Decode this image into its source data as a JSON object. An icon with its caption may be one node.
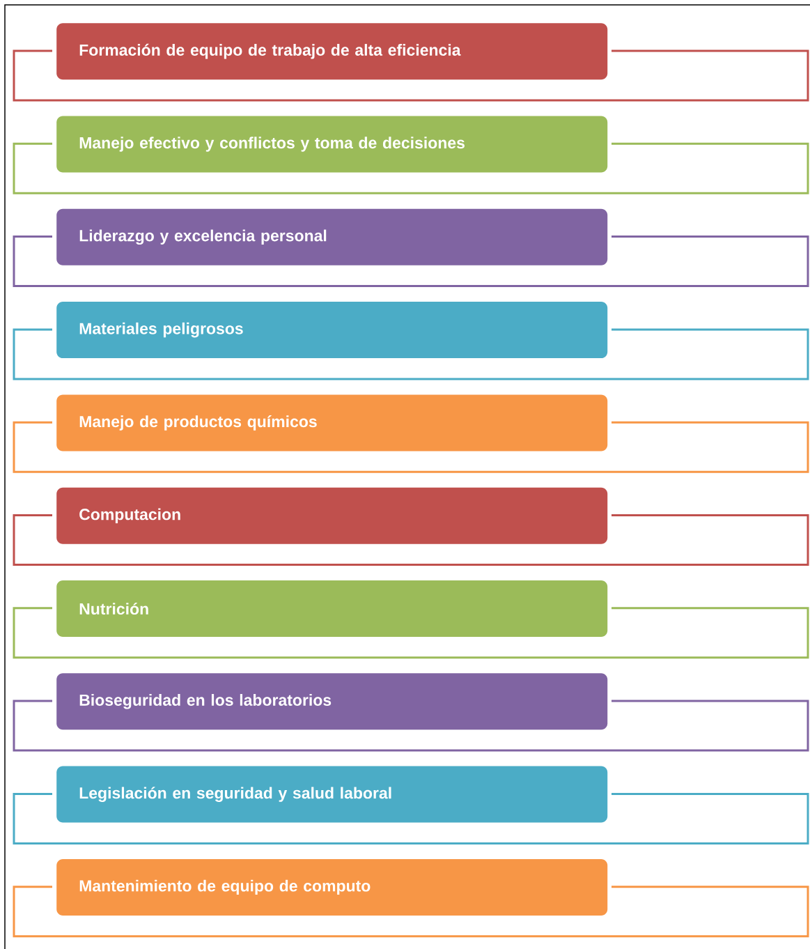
{
  "diagram": {
    "nodes": [
      {
        "text": [
          "Formación de equipo de trabajo de alta eficiencia"
        ]
      },
      {
        "text": [
          "Manejo efectivo y conflictos y toma de decisiones"
        ]
      },
      {
        "text": [
          "Liderazgo y excelencia personal"
        ]
      },
      {
        "text": [
          "Materiales peligrosos"
        ]
      },
      {
        "text": [
          "Manejo de productos químicos"
        ]
      },
      {
        "text": [
          "Computacion"
        ]
      },
      {
        "text": [
          "Nutrición"
        ]
      },
      {
        "text": [
          "Bioseguridad en los laboratorios"
        ]
      },
      {
        "text": [
          "Legislación en seguridad y salud laboral"
        ]
      },
      {
        "text": [
          "Mantenimiento de equipo de computo"
        ]
      }
    ]
  }
}
